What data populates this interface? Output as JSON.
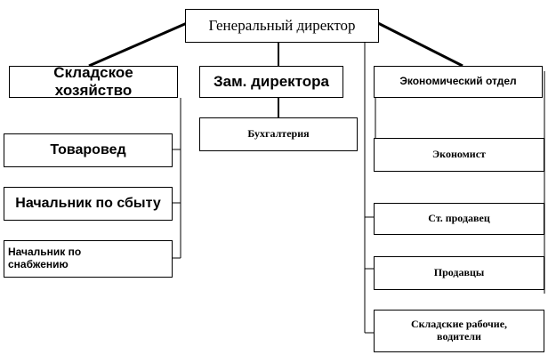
{
  "chart": {
    "ceo": "Генеральный директор",
    "warehouse": "Складское хозяйство",
    "deputy": "Зам. директора",
    "economic_dept": "Экономический отдел",
    "merchandiser": "Товаровед",
    "sales_head": "Начальник по сбыту",
    "supply_head": "Начальник по снабжению",
    "accounting": "Бухгалтерия",
    "economist": "Экономист",
    "senior_seller": "Ст. продавец",
    "sellers": "Продавцы",
    "warehouse_workers": "Складские рабочие, водители"
  }
}
